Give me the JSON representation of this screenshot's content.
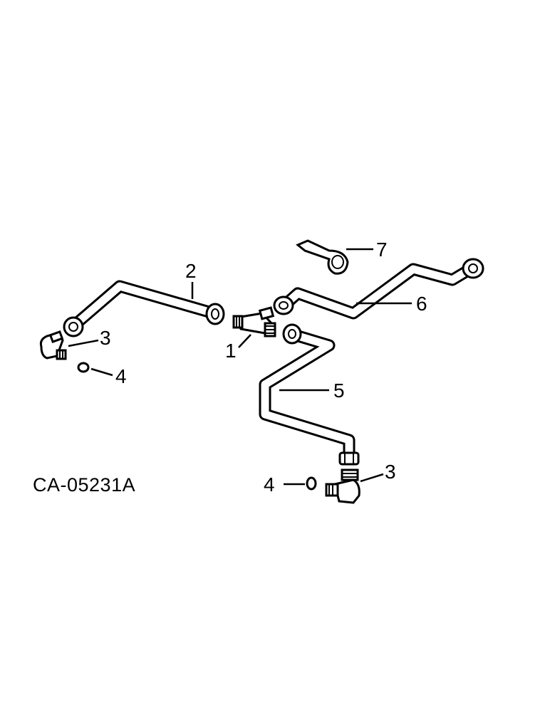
{
  "drawing": {
    "code": "CA-05231A"
  },
  "callouts": {
    "c1": "1",
    "c2": "2",
    "c3_left": "3",
    "c4_left": "4",
    "c5": "5",
    "c6": "6",
    "c7": "7",
    "c3_right": "3",
    "c4_right": "4"
  },
  "colors": {
    "line": "#000000",
    "background": "#ffffff"
  }
}
